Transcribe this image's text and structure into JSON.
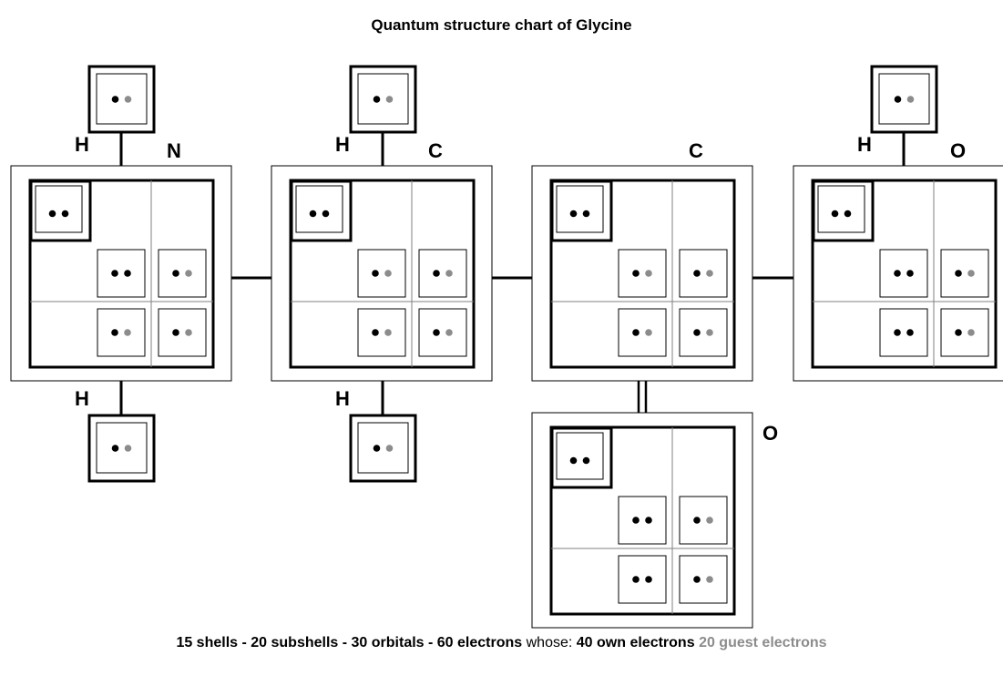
{
  "title": "Quantum structure chart of Glycine",
  "atoms": [
    {
      "id": "N1",
      "symbol": "N",
      "orbitals": [
        [
          "own",
          "own"
        ],
        [
          "own",
          "own"
        ],
        [
          "own",
          "guest"
        ],
        [
          "own",
          "guest"
        ],
        [
          "own",
          "guest"
        ]
      ]
    },
    {
      "id": "C1",
      "symbol": "C",
      "orbitals": [
        [
          "own",
          "own"
        ],
        [
          "own",
          "guest"
        ],
        [
          "own",
          "guest"
        ],
        [
          "own",
          "guest"
        ],
        [
          "own",
          "guest"
        ]
      ]
    },
    {
      "id": "C2",
      "symbol": "C",
      "orbitals": [
        [
          "own",
          "own"
        ],
        [
          "own",
          "guest"
        ],
        [
          "own",
          "guest"
        ],
        [
          "own",
          "guest"
        ],
        [
          "own",
          "guest"
        ]
      ]
    },
    {
      "id": "O1",
      "symbol": "O",
      "orbitals": [
        [
          "own",
          "own"
        ],
        [
          "own",
          "own"
        ],
        [
          "own",
          "guest"
        ],
        [
          "own",
          "own"
        ],
        [
          "own",
          "guest"
        ]
      ]
    },
    {
      "id": "O2",
      "symbol": "O",
      "orbitals": [
        [
          "own",
          "own"
        ],
        [
          "own",
          "own"
        ],
        [
          "own",
          "guest"
        ],
        [
          "own",
          "own"
        ],
        [
          "own",
          "guest"
        ]
      ]
    }
  ],
  "hydrogens": [
    {
      "id": "H1",
      "symbol": "H",
      "attached_to": "N1",
      "electrons": [
        "own",
        "guest"
      ]
    },
    {
      "id": "H2",
      "symbol": "H",
      "attached_to": "N1",
      "electrons": [
        "own",
        "guest"
      ]
    },
    {
      "id": "H3",
      "symbol": "H",
      "attached_to": "C1",
      "electrons": [
        "own",
        "guest"
      ]
    },
    {
      "id": "H4",
      "symbol": "H",
      "attached_to": "C1",
      "electrons": [
        "own",
        "guest"
      ]
    },
    {
      "id": "H5",
      "symbol": "H",
      "attached_to": "O1",
      "electrons": [
        "own",
        "guest"
      ]
    }
  ],
  "bonds": [
    {
      "from": "N1",
      "to": "C1",
      "order": 1
    },
    {
      "from": "C1",
      "to": "C2",
      "order": 1
    },
    {
      "from": "C2",
      "to": "O1",
      "order": 1
    },
    {
      "from": "C2",
      "to": "O2",
      "order": 2
    }
  ],
  "colors": {
    "own": "#000000",
    "guest": "#8c8c8c",
    "line": "#000000",
    "thin": "#808080"
  },
  "footer": {
    "shells": "15 shells",
    "subshells": "20 subshells",
    "orbitals": "30 orbitals",
    "electrons": "60 electrons",
    "whose": "whose:",
    "own": "40 own electrons",
    "guest": "20 guest electrons",
    "sep": " - "
  }
}
